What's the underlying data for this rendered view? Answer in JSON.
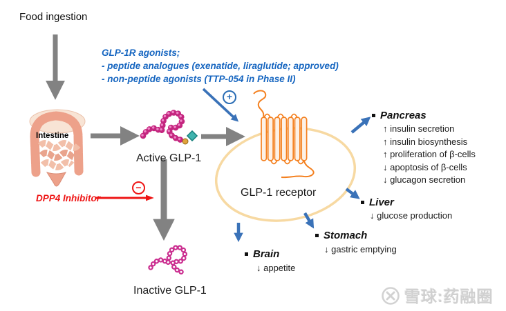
{
  "nodes": {
    "food_ingestion": "Food ingestion",
    "intestine": "Intestine",
    "active_glp1": "Active GLP-1",
    "inactive_glp1": "Inactive GLP-1",
    "glp1_receptor": "GLP-1 receptor"
  },
  "agonists": {
    "line1": "GLP-1R agonists;",
    "line2": "- peptide analogues (exenatide, liraglutide; approved)",
    "line3": "- non-peptide agonists (TTP-054 in Phase II)",
    "sign": "+"
  },
  "inhibitor": {
    "label": "DPP4 Inhibitor",
    "sign": "−"
  },
  "organs": [
    {
      "name": "Pancreas",
      "effects": [
        "↑ insulin secretion",
        "↑ insulin biosynthesis",
        "↑ proliferation of β-cells",
        "↓ apoptosis of β-cells",
        "↓ glucagon secretion"
      ]
    },
    {
      "name": "Liver",
      "effects": [
        "↓ glucose production"
      ]
    },
    {
      "name": "Stomach",
      "effects": [
        "↓ gastric emptying"
      ]
    },
    {
      "name": "Brain",
      "effects": [
        "↓ appetite"
      ]
    }
  ],
  "watermark": {
    "text": "雪球:药融圈"
  },
  "colors": {
    "blue_text": "#1565c0",
    "blue_arrow": "#3a72b8",
    "red": "#ee1414",
    "gray_arrow": "#828282",
    "receptor_orange": "#f4801f",
    "membrane_tan": "#f7d9a2",
    "bead_magenta": "#c4267f"
  }
}
